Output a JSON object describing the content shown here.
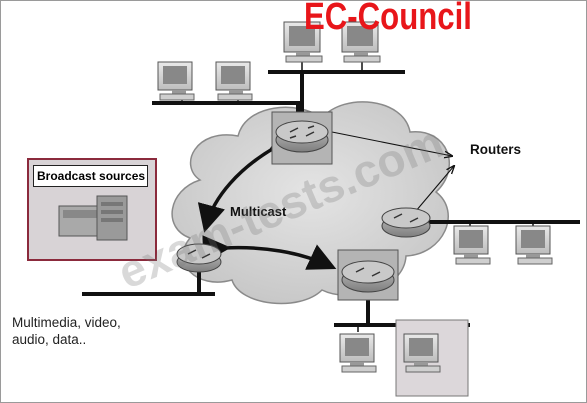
{
  "brand_text": "EC-Council",
  "watermark_text": "exam-tests.com",
  "labels": {
    "broadcast_sources": "Broadcast sources",
    "multicast": "Multicast",
    "routers": "Routers",
    "multimedia_line1": "Multimedia, video,",
    "multimedia_line2": "audio, data.."
  },
  "colors": {
    "brand": "#e8161a",
    "box_border": "#8b2a3c",
    "cloud": "#d6d6d6"
  }
}
